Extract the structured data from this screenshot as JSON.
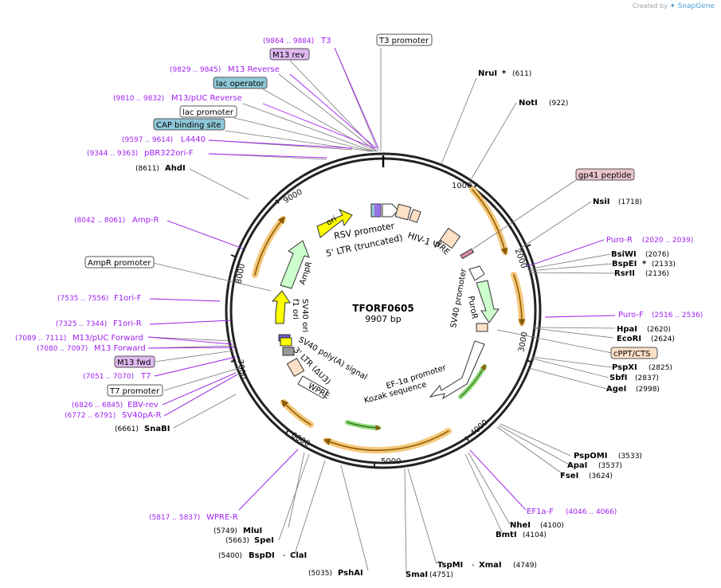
{
  "credit": {
    "prefix": "Created by",
    "brand": "SnapGene"
  },
  "plasmid": {
    "name": "TFORF0605",
    "length": "9907 bp"
  },
  "ruler": [
    "1000",
    "2000",
    "3000",
    "4000",
    "5000",
    "6000",
    "7000",
    "8000",
    "9000"
  ],
  "labels": {
    "t3": {
      "coord": "(9864 .. 9884)",
      "name": "T3"
    },
    "t3p": {
      "name": "T3 promoter"
    },
    "m13rev": {
      "name": "M13 rev"
    },
    "m13reverse": {
      "coord": "(9829 .. 9845)",
      "name": "M13 Reverse"
    },
    "lacop": {
      "name": "lac operator"
    },
    "m13pucrev": {
      "coord": "(9810 .. 9832)",
      "name": "M13/pUC Reverse"
    },
    "lacp": {
      "name": "lac promoter"
    },
    "cap": {
      "name": "CAP binding site"
    },
    "l4440": {
      "coord": "(9597 .. 9614)",
      "name": "L4440"
    },
    "pbr": {
      "coord": "(9344 .. 9363)",
      "name": "pBR322ori-F"
    },
    "ahdi": {
      "coord": "(8611)",
      "name": "AhdI"
    },
    "ampr_primer": {
      "coord": "(8042 .. 8061)",
      "name": "Amp-R"
    },
    "amprp": {
      "name": "AmpR promoter"
    },
    "f1orif": {
      "coord": "(7535 .. 7556)",
      "name": "F1ori-F"
    },
    "f1orir": {
      "coord": "(7325 .. 7344)",
      "name": "F1ori-R"
    },
    "m13pucfwd": {
      "coord": "(7089 .. 7111)",
      "name": "M13/pUC Forward"
    },
    "m13forward": {
      "coord": "(7080 .. 7097)",
      "name": "M13 Forward"
    },
    "m13fwd": {
      "name": "M13 fwd"
    },
    "t7": {
      "coord": "(7051 .. 7070)",
      "name": "T7"
    },
    "t7p": {
      "name": "T7 promoter"
    },
    "ebv": {
      "coord": "(6826 .. 6845)",
      "name": "EBV-rev"
    },
    "sv40pa": {
      "coord": "(6772 .. 6791)",
      "name": "SV40pA-R"
    },
    "snabi": {
      "coord": "(6661)",
      "name": "SnaBI"
    },
    "wprer": {
      "coord": "(5817 .. 5837)",
      "name": "WPRE-R"
    },
    "mlui": {
      "coord": "(5749)",
      "name": "MluI"
    },
    "spei": {
      "coord": "(5663)",
      "name": "SpeI"
    },
    "bspdi": {
      "coord": "(5400)",
      "name": "BspDI",
      "sep": "-",
      "name2": "ClaI"
    },
    "pshai": {
      "coord": "(5035)",
      "name": "PshAI"
    },
    "smai": {
      "coord": "(4751)",
      "name": "SmaI"
    },
    "tspmi": {
      "name": "TspMI",
      "sep": "-",
      "name2": "XmaI",
      "coord": "(4749)"
    },
    "bmti": {
      "name": "BmtI",
      "coord": "(4104)"
    },
    "nhei": {
      "name": "NheI",
      "coord": "(4100)"
    },
    "ef1af": {
      "name": "EF1a-F",
      "coord": "(4046 .. 4066)"
    },
    "fsei": {
      "name": "FseI",
      "coord": "(3624)"
    },
    "apai": {
      "name": "ApaI",
      "coord": "(3537)"
    },
    "pspomi": {
      "name": "PspOMI",
      "coord": "(3533)"
    },
    "agei": {
      "name": "AgeI",
      "coord": "(2998)"
    },
    "sbfi": {
      "name": "SbfI",
      "coord": "(2837)"
    },
    "pspxi": {
      "name": "PspXI",
      "coord": "(2825)"
    },
    "cppt": {
      "name": "cPPT/CTS"
    },
    "ecori": {
      "name": "EcoRI",
      "coord": "(2624)"
    },
    "hpai": {
      "name": "HpaI",
      "coord": "(2620)"
    },
    "purof": {
      "name": "Puro-F",
      "coord": "(2516 .. 2536)"
    },
    "rsrii": {
      "name": "RsrII",
      "coord": "(2136)"
    },
    "bspei": {
      "name": "BspEI",
      "star": "*",
      "coord": "(2133)"
    },
    "bsiwi": {
      "name": "BsiWI",
      "coord": "(2076)"
    },
    "puror": {
      "name": "Puro-R",
      "coord": "(2020 .. 2039)"
    },
    "nsii": {
      "name": "NsiI",
      "coord": "(1718)"
    },
    "gp41": {
      "name": "gp41 peptide"
    },
    "noti": {
      "name": "NotI",
      "coord": "(922)"
    },
    "nrui": {
      "name": "NruI",
      "star": "*",
      "coord": "(611)"
    }
  },
  "features": {
    "rsv": "RSV promoter",
    "ltr5": "5' LTR (truncated)",
    "hiv": "HIV-1 Ψ",
    "rre": "RRE",
    "ori": "ori",
    "ampr": "AmpR",
    "f1ori": "f1 ori",
    "sv40ori": "SV40 ori",
    "sv40pa": "SV40 poly(A) signal",
    "ltr3": "3' LTR (ΔU3)",
    "wpre": "WPRE",
    "ef1a": "EF-1α promoter",
    "kozak": "Kozak sequence",
    "sv40p": "SV40 promoter",
    "puror": "PuroR"
  },
  "colors": {
    "enzyme": "#000000",
    "primer": "#a020f0",
    "ring": "#222222",
    "orf": "#f0a830",
    "ori_fill": "#ffff00",
    "ampr_fill": "#ccffcc",
    "lac_fill": "#8ec8d8",
    "misc_fill": "#fde0c6"
  }
}
